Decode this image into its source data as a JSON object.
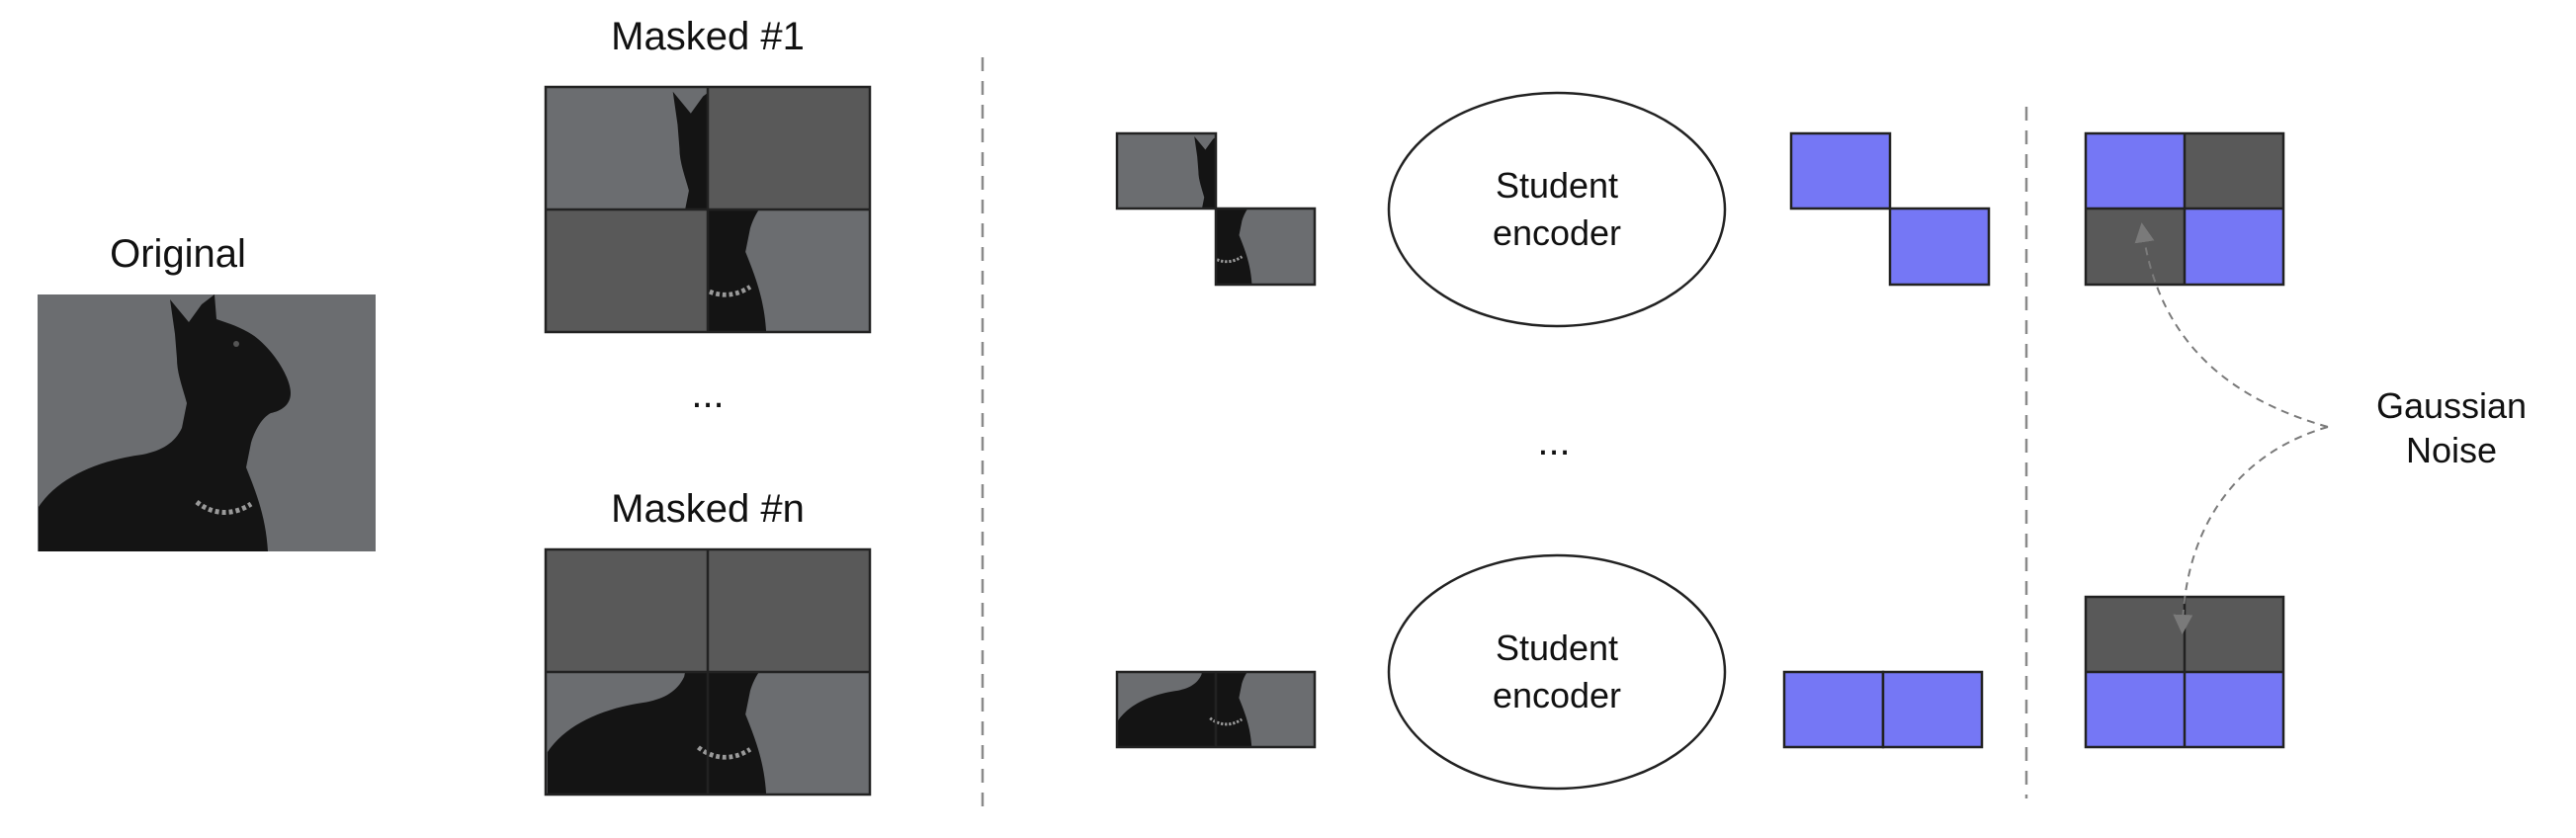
{
  "labels": {
    "original": "Original",
    "masked_first": "Masked #1",
    "masked_last": "Masked #n",
    "ellipsis_views": "...",
    "ellipsis_encoders": "...",
    "encoder_top_line1": "Student",
    "encoder_top_line2": "encoder",
    "encoder_bottom_line1": "Student",
    "encoder_bottom_line2": "encoder",
    "noise_line1": "Gaussian",
    "noise_line2": "Noise"
  },
  "colors": {
    "masked_patch": "#595959",
    "visible_bg": "#6b6d70",
    "embedding": "#7577f5",
    "dog": "#141414",
    "outline": "#222222",
    "divider": "#8a8a8a"
  }
}
